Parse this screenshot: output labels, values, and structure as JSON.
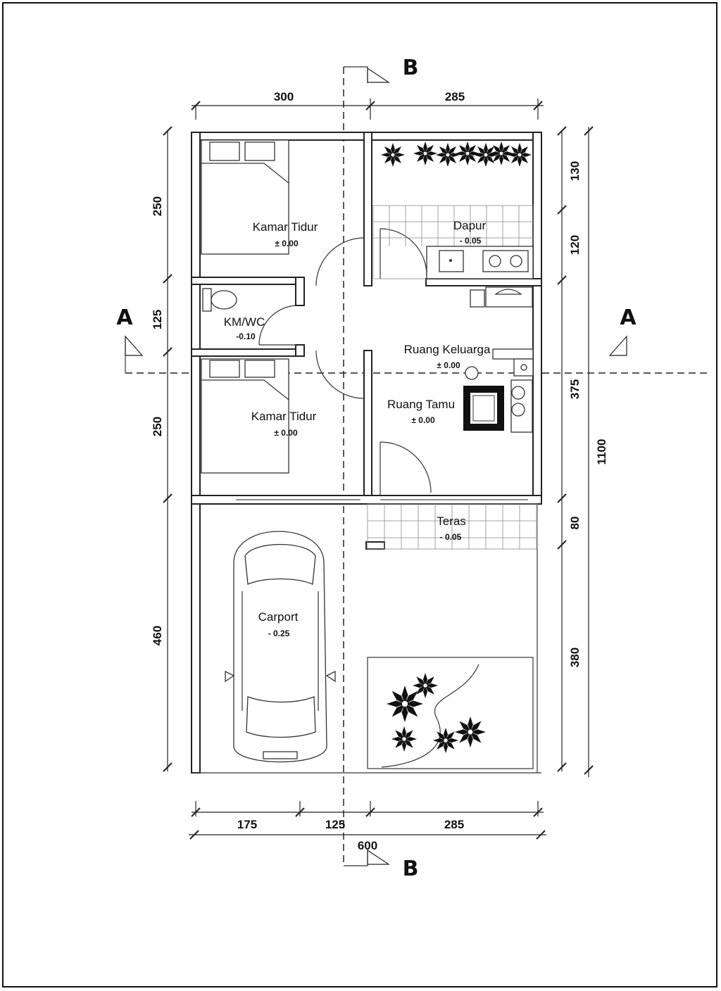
{
  "rooms": {
    "bedroom_top": {
      "name": "Kamar Tidur",
      "level": "± 0.00"
    },
    "bathroom": {
      "name": "KM/WC",
      "level": "-0.10"
    },
    "bedroom_bottom": {
      "name": "Kamar Tidur",
      "level": "± 0.00"
    },
    "kitchen": {
      "name": "Dapur",
      "level": "- 0.05"
    },
    "family_room": {
      "name": "Ruang Keluarga",
      "level": "± 0.00"
    },
    "living_room": {
      "name": "Ruang Tamu",
      "level": "± 0.00"
    },
    "terrace": {
      "name": "Teras",
      "level": "- 0.05"
    },
    "carport": {
      "name": "Carport",
      "level": "- 0.25"
    }
  },
  "dimensions": {
    "top": [
      "300",
      "285"
    ],
    "left": [
      "250",
      "125",
      "250",
      "460"
    ],
    "right": [
      "130",
      "120",
      "375",
      "80",
      "380"
    ],
    "right_total": "1100",
    "bottom": [
      "175",
      "125",
      "285"
    ],
    "bottom_total": "600"
  },
  "section_markers": {
    "vertical": "B",
    "horizontal": "A"
  }
}
